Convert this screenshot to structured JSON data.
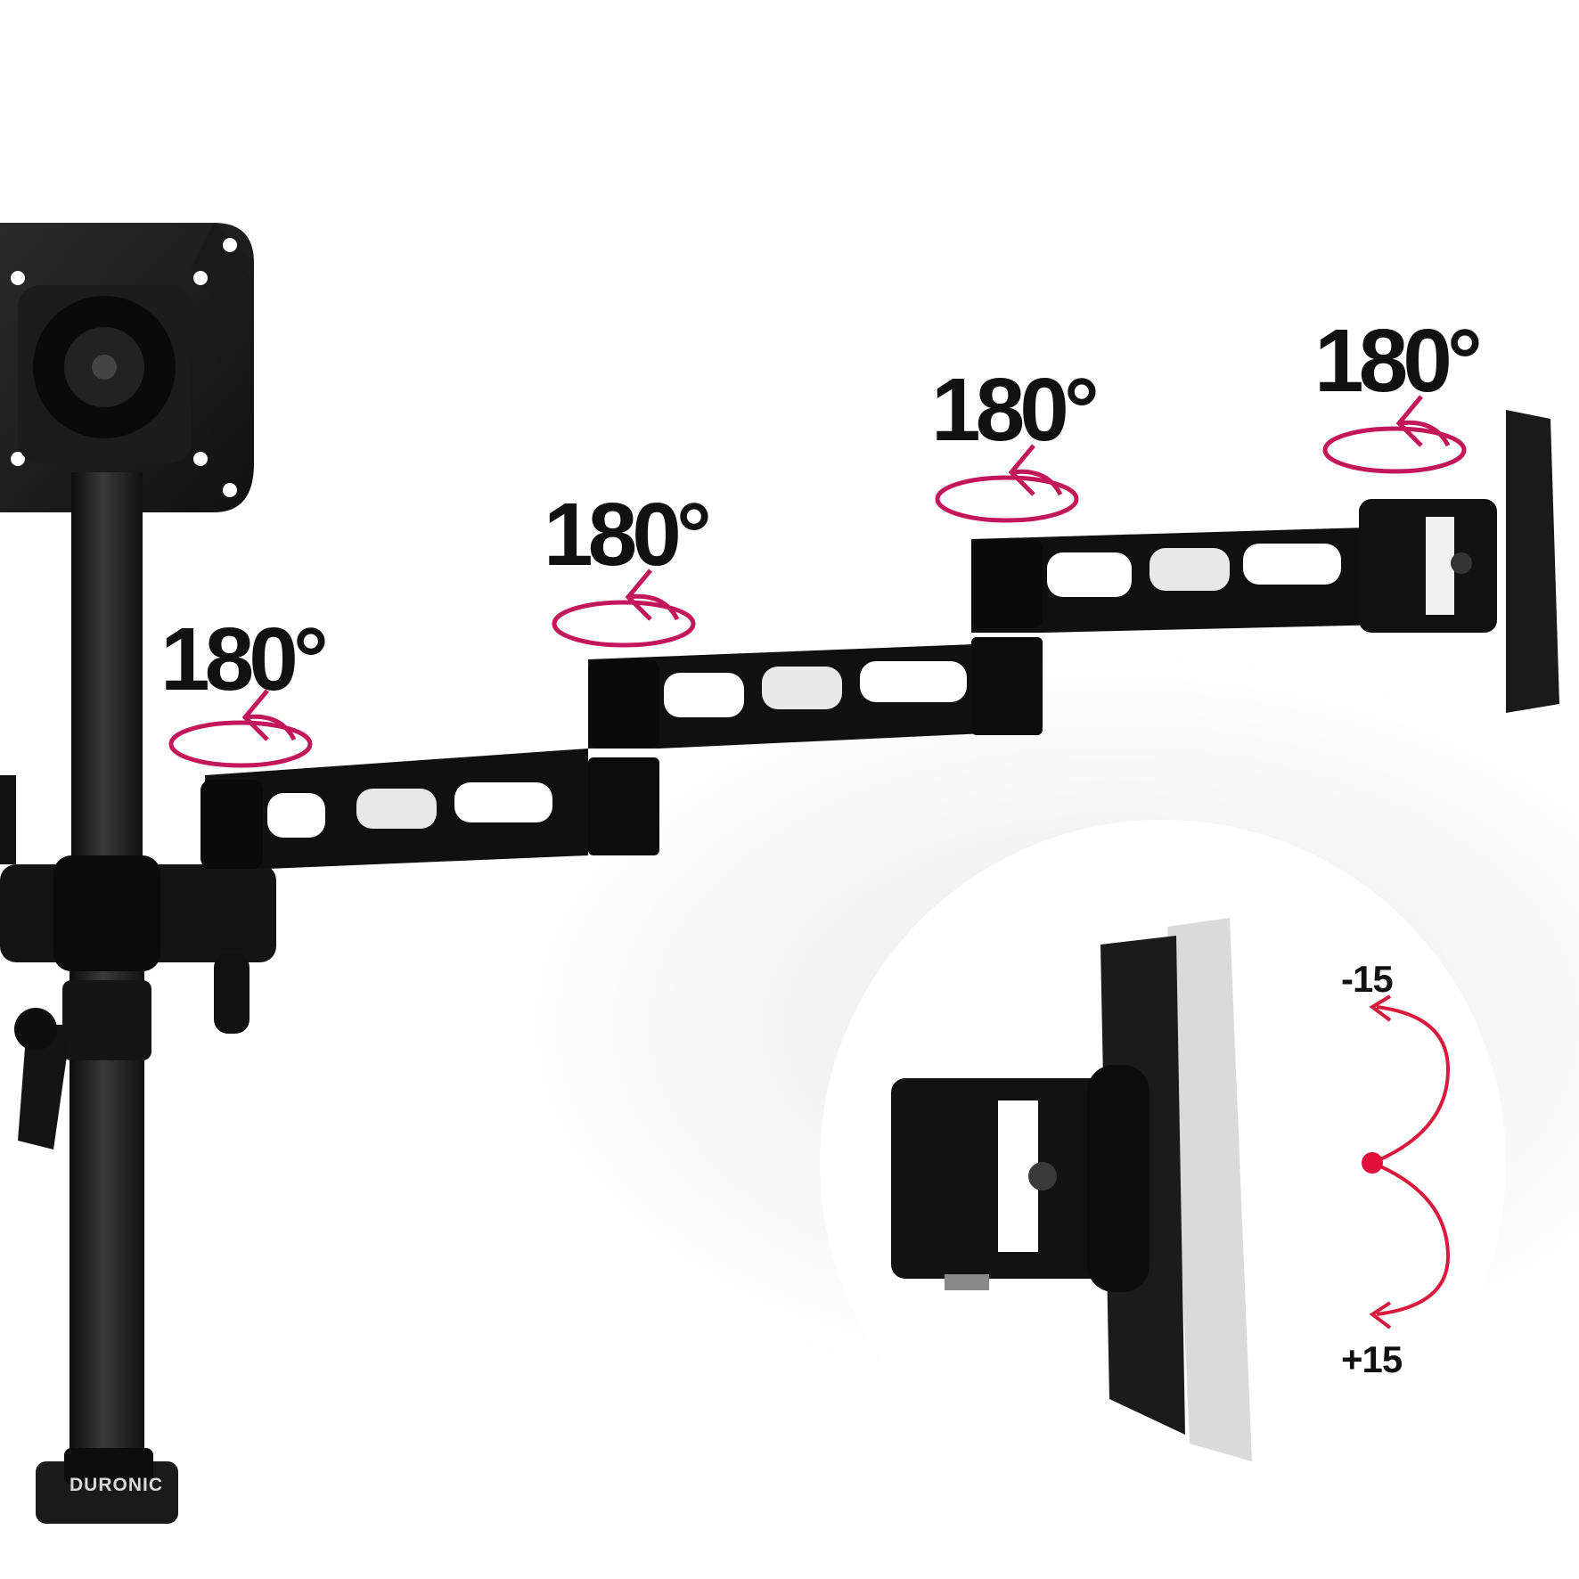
{
  "accent_color": "#c2185b",
  "tilt_accent_color": "#d81b3c",
  "rotation_labels": [
    "180°",
    "180°",
    "180°",
    "180°"
  ],
  "tilt_labels": {
    "up": "-15",
    "down": "+15"
  },
  "brand_logo": "DURONIC",
  "icons": [
    "rotate-arrow-icon",
    "tilt-arc-icon"
  ]
}
